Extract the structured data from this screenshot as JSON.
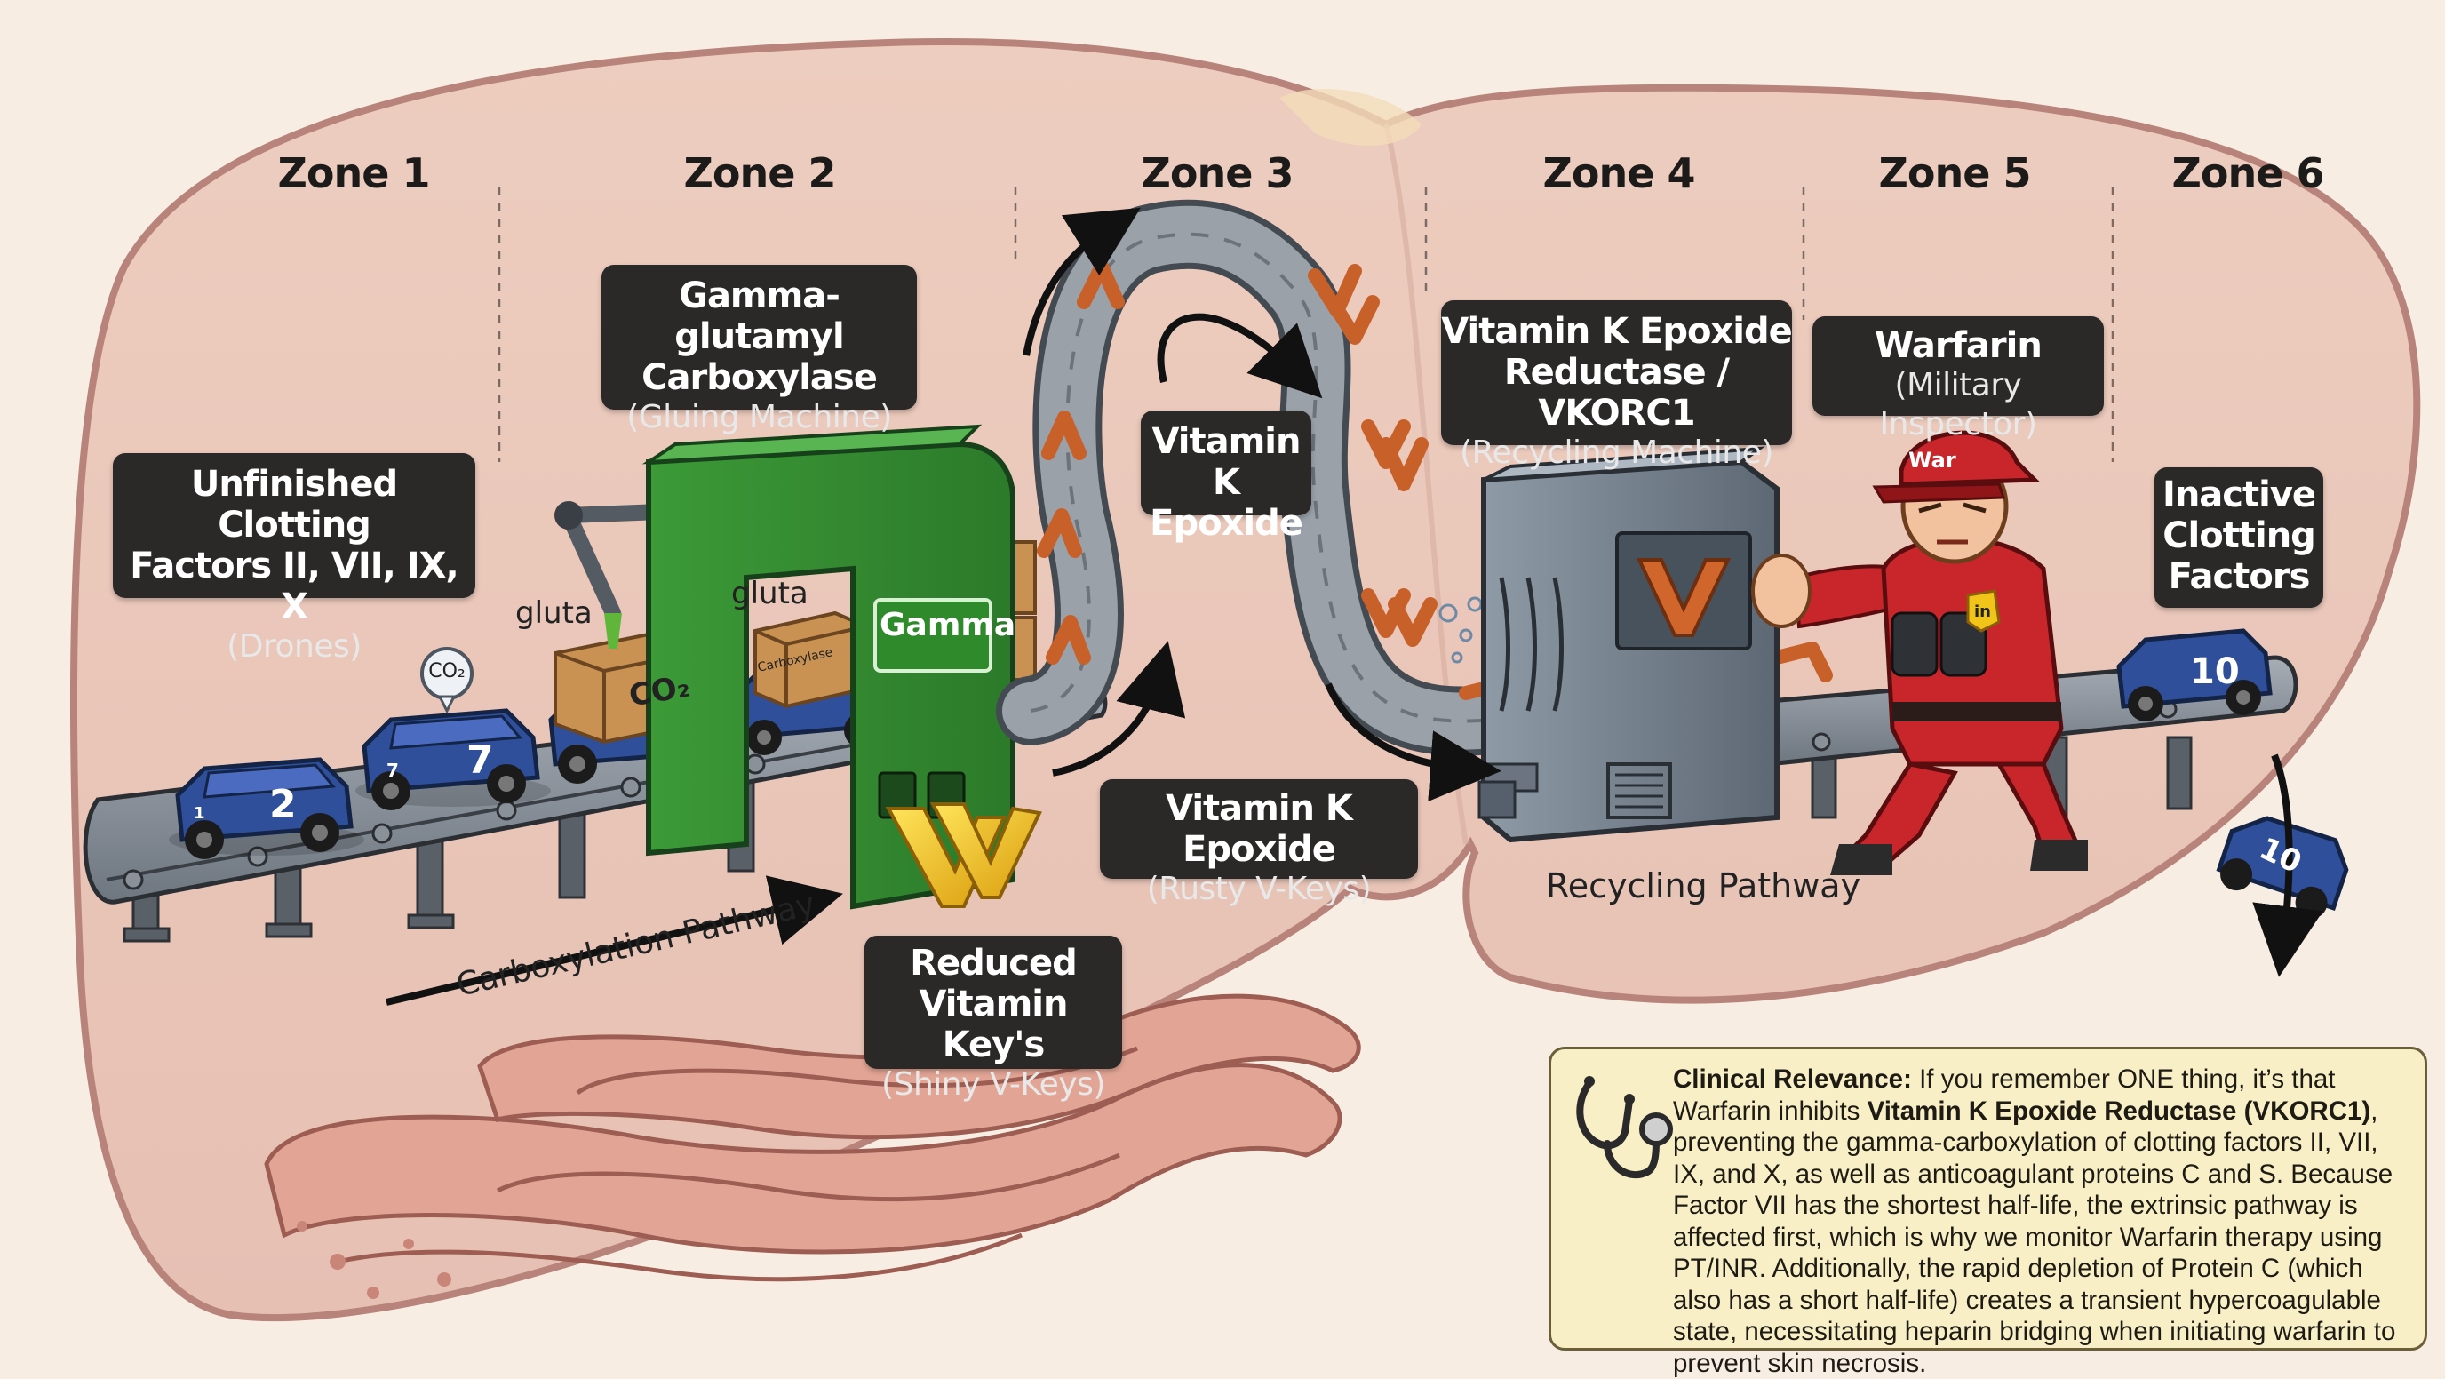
{
  "zones": [
    {
      "label": "Zone 1"
    },
    {
      "label": "Zone 2"
    },
    {
      "label": "Zone 3"
    },
    {
      "label": "Zone 4"
    },
    {
      "label": "Zone 5"
    },
    {
      "label": "Zone 6"
    }
  ],
  "boxes": {
    "unfinished": {
      "title1": "Unfinished Clotting",
      "title2": "Factors II, VII, IX, X",
      "subtitle": "(Drones)"
    },
    "carboxylase": {
      "title1": "Gamma-glutamyl",
      "title2": "Carboxylase",
      "subtitle": "(Gluing Machine)"
    },
    "epoxide_top": {
      "title1": "Vitamin K",
      "title2": "Epoxide"
    },
    "vkorc1": {
      "title1": "Vitamin K Epoxide",
      "title2": "Reductase / VKORC1",
      "subtitle": "(Recycling Machine)"
    },
    "warfarin": {
      "title1": "Warfarin",
      "subtitle": "(Military Inspector)"
    },
    "inactive": {
      "title1": "Inactive",
      "title2": "Clotting",
      "title3": "Factors"
    },
    "epoxide_rusty": {
      "title1": "Vitamin K Epoxide",
      "subtitle": "(Rusty V-Keys)"
    },
    "reduced": {
      "title1": "Reduced",
      "title2": "Vitamin Key's",
      "subtitle": "(Shiny V-Keys)"
    }
  },
  "scene_text": {
    "machine_sign": "Gamma",
    "gluta_left": "gluta",
    "gluta_right": "gluta",
    "box_co2": "CO₂",
    "box_carboxylase": "Carboxylase",
    "co2_bubble": "CO₂",
    "recycling_pathway": "Recycling Pathway",
    "carboxylation_pathway": "Carboxylation Pathway",
    "inspector_cap": "War",
    "inspector_badge": "in"
  },
  "drones": [
    {
      "number": "2",
      "small": "1"
    },
    {
      "number": "7",
      "small": "7"
    },
    {
      "number": "10",
      "small": ""
    },
    {
      "number": "10",
      "small": ""
    }
  ],
  "clinical": {
    "heading": "Clinical Relevance:",
    "intro": " If you remember ONE thing, it’s that Warfarin inhibits ",
    "enzyme": "Vitamin K Epoxide Reductase (VKORC1)",
    "body": ", preventing the gamma-carboxylation of clotting factors II, VII, IX, and X, as well as anticoagulant proteins C and S. Because Factor VII has the shortest half-life, the extrinsic pathway is affected first, which is why we monitor Warfarin therapy using PT/INR. Additionally, the rapid depletion of Protein C (which also has a short half-life) creates a transient hypercoagulable state, necessitating heparin bridging when initiating warfarin to prevent skin necrosis."
  },
  "colors": {
    "liver": "#e8c4b8",
    "liver_outline": "#b7837a",
    "machine_green": "#3f9a3a",
    "drone_blue": "#2f4f9a",
    "key_gold": "#f0c419",
    "key_rust": "#d1662c",
    "label_dark": "#2b2828",
    "inspector_red": "#c8262b",
    "clinical_bg": "#f8efc6"
  }
}
